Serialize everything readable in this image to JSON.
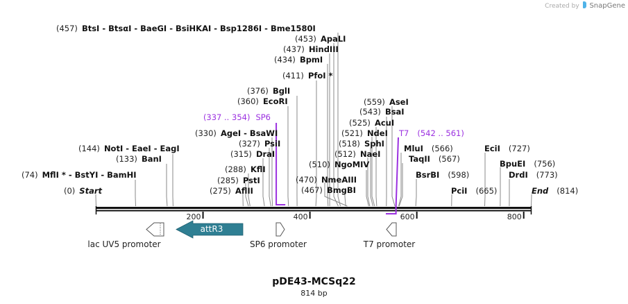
{
  "credit": {
    "prefix": "Created by",
    "brand": "SnapGene"
  },
  "plasmid": {
    "name": "pDE43-MCSq22",
    "length_label": "814 bp",
    "length": 814
  },
  "axis": {
    "ticks": [
      200,
      400,
      600,
      800
    ]
  },
  "enzymes": [
    {
      "pos": "(457)",
      "label": "BtsI  -  BtsαI  -  BaeGI  -  BsiHKAI  -  Bsp1286I  -  Bme1580I",
      "site": 457
    },
    {
      "pos": "(453)",
      "label": "ApaLI",
      "site": 453
    },
    {
      "pos": "(437)",
      "label": "HindIII",
      "site": 437
    },
    {
      "pos": "(434)",
      "label": "BpmI",
      "site": 434
    },
    {
      "pos": "(411)",
      "label": "PfoI *",
      "site": 411
    },
    {
      "pos": "(376)",
      "label": "BglI",
      "site": 376
    },
    {
      "pos": "(360)",
      "label": "EcoRI",
      "site": 360
    },
    {
      "pos": "(559)",
      "label": "AseI",
      "site": 559
    },
    {
      "pos": "(543)",
      "label": "BsaI",
      "site": 543
    },
    {
      "pos": "(525)",
      "label": "AcuI",
      "site": 525
    },
    {
      "pos": "(521)",
      "label": "NdeI",
      "site": 521
    },
    {
      "pos": "(518)",
      "label": "SphI",
      "site": 518
    },
    {
      "pos": "(512)",
      "label": "NaeI",
      "site": 512
    },
    {
      "pos": "(510)",
      "label": "NgoMIV",
      "site": 510
    },
    {
      "pos": "(470)",
      "label": "NmeAIII",
      "site": 470
    },
    {
      "pos": "(467)",
      "label": "BmgBI",
      "site": 467
    },
    {
      "pos": "(330)",
      "label": "AgeI  -  BsaWI",
      "site": 330
    },
    {
      "pos": "(327)",
      "label": "PsiI",
      "site": 327
    },
    {
      "pos": "(315)",
      "label": "DraI",
      "site": 315
    },
    {
      "pos": "(288)",
      "label": "KflI",
      "site": 288
    },
    {
      "pos": "(285)",
      "label": "PstI",
      "site": 285
    },
    {
      "pos": "(275)",
      "label": "AflII",
      "site": 275
    },
    {
      "pos": "(144)",
      "label": "NotI  -  EaeI  -  EagI",
      "site": 144
    },
    {
      "pos": "(133)",
      "label": "BanI",
      "site": 133
    },
    {
      "pos": "(74)",
      "label": "MflI *  -  BstYI  -  BamHI",
      "site": 74
    },
    {
      "pos": "(0)",
      "label": "Start",
      "site": 0
    },
    {
      "pos": "(566)",
      "label": "MluI",
      "site": 566
    },
    {
      "pos": "(567)",
      "label": "TaqII",
      "site": 567
    },
    {
      "pos": "(598)",
      "label": "BsrBI",
      "site": 598
    },
    {
      "pos": "(665)",
      "label": "PciI",
      "site": 665
    },
    {
      "pos": "(727)",
      "label": "EciI",
      "site": 727
    },
    {
      "pos": "(756)",
      "label": "BpuEI",
      "site": 756
    },
    {
      "pos": "(773)",
      "label": "DrdI",
      "site": 773
    },
    {
      "pos": "(814)",
      "label": "End",
      "site": 814
    }
  ],
  "primers": [
    {
      "name": "SP6",
      "range": "(337 .. 354)",
      "start": 337,
      "end": 354,
      "direction": "forward"
    },
    {
      "name": "T7",
      "range": "(542 .. 561)",
      "start": 542,
      "end": 561,
      "direction": "reverse"
    }
  ],
  "features": [
    {
      "name": "lac UV5 promoter",
      "direction": "reverse",
      "type": "promoter"
    },
    {
      "name": "attR3",
      "direction": "reverse",
      "type": "att",
      "color": "#2f7f93"
    },
    {
      "name": "SP6 promoter",
      "direction": "forward",
      "type": "promoter"
    },
    {
      "name": "T7 promoter",
      "direction": "reverse",
      "type": "promoter"
    }
  ]
}
